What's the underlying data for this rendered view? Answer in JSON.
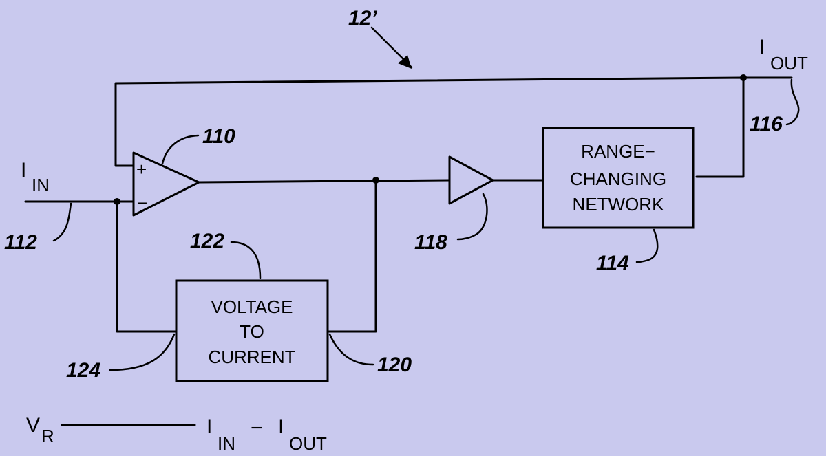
{
  "labels": {
    "i_in_main": "I",
    "i_in_sub": "IN",
    "i_out_main": "I",
    "i_out_sub": "OUT",
    "plus": "+",
    "minus": "−"
  },
  "blocks": {
    "range_line1": "RANGE−",
    "range_line2": "CHANGING",
    "range_line3": "NETWORK",
    "v2c_line1": "VOLTAGE",
    "v2c_line2": "TO",
    "v2c_line3": "CURRENT"
  },
  "refs": {
    "r12": "12’",
    "r110": "110",
    "r112": "112",
    "r114": "114",
    "r116": "116",
    "r118": "118",
    "r120": "120",
    "r122": "122",
    "r124": "124"
  },
  "equation": {
    "v": "V",
    "v_sub": "R",
    "i1": "I",
    "i1_sub": "IN",
    "minus": "−",
    "i2": "I",
    "i2_sub": "OUT"
  }
}
